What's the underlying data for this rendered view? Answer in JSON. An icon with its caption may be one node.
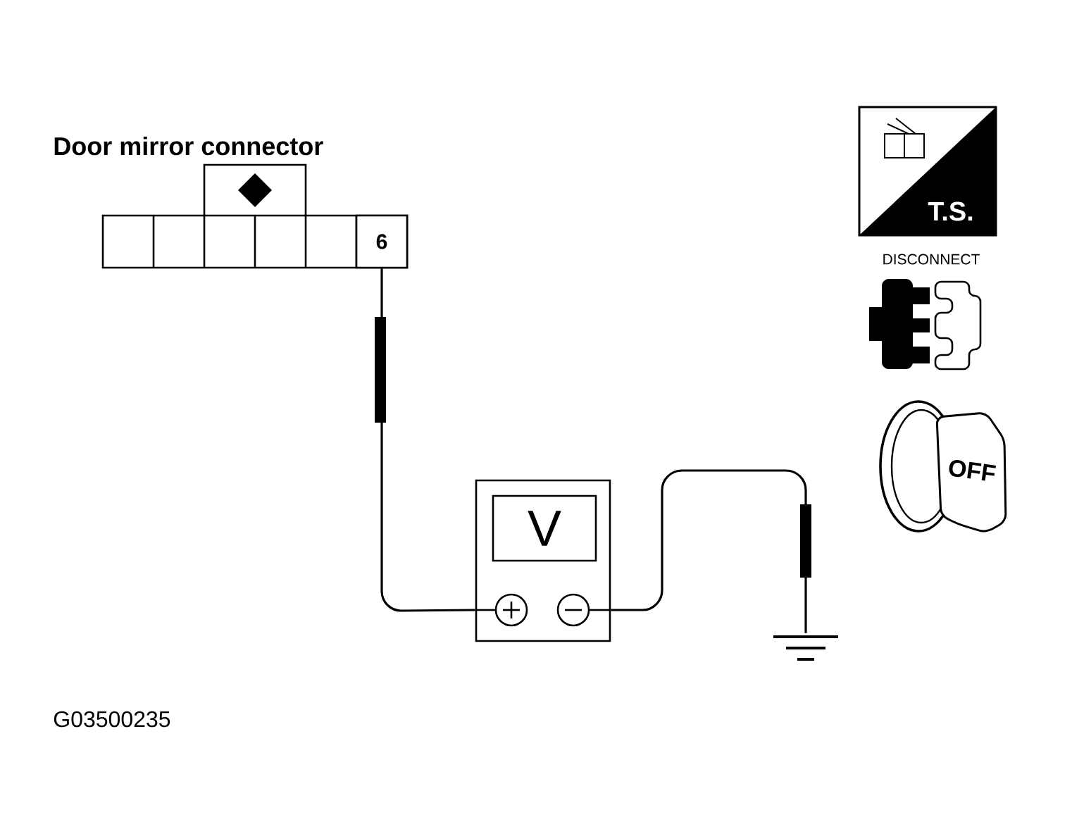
{
  "diagram": {
    "nodes": [
      {
        "text": [
          "Door mirror connector"
        ]
      },
      {
        "text": [
          "6"
        ],
        "in": 0
      },
      {
        "text": [
          "V"
        ]
      },
      {
        "text": [],
        "shape": "ground"
      }
    ],
    "edges": [
      {
        "from": 1,
        "to": 2,
        "arrow": "none"
      },
      {
        "from": 2,
        "to": 3,
        "arrow": "none"
      }
    ],
    "labels": [
      "T.S.",
      "DISCONNECT",
      "OFF",
      "G03500235"
    ]
  }
}
